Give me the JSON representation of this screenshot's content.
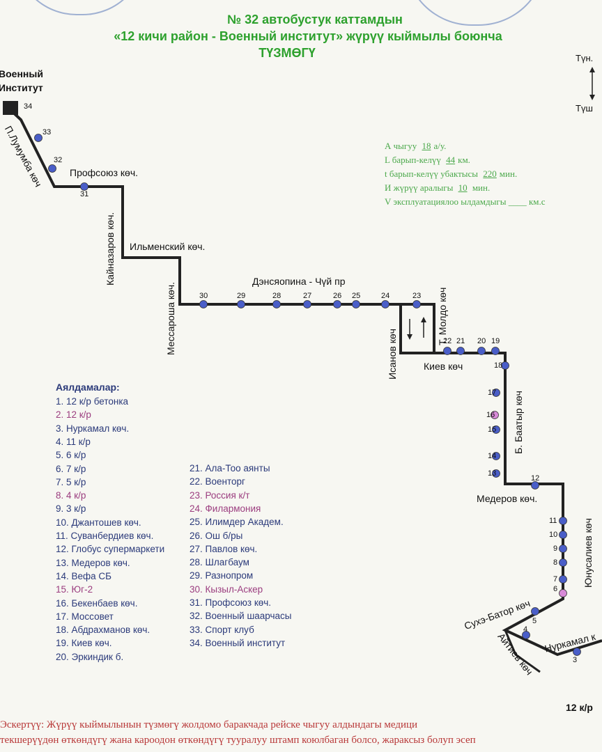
{
  "title": {
    "line1": "№ 32 автобустук каттамдын",
    "line2": "«12 кичи район - Военный институт» жүрүү кыймылы  боюнча",
    "line3": "ТҮЗМӨГҮ"
  },
  "terminus": {
    "line1": "Военный",
    "line2": "Институт"
  },
  "compass": {
    "north": "Түн.",
    "south": "Түш"
  },
  "params": {
    "a_label": "А чыгуу",
    "a_value": "18",
    "a_unit": "а/у.",
    "l_label": "L барып-келүү",
    "l_value": "44",
    "l_unit": "км.",
    "t_label": "t барып-келүү убактысы",
    "t_value": "220",
    "t_unit": "мин.",
    "i_label": "И жүрүү аралыгы",
    "i_value": "10",
    "i_unit": "мин.",
    "v_label": "V эксплуатациялоо ылдамдыгы",
    "v_value": "____",
    "v_unit": "км.с"
  },
  "streets": {
    "lumumba": "П.Лумумба көч",
    "profsoyuz": "Профсоюз көч.",
    "kainazarov": "Кайназаров көч.",
    "ilmen": "Ильменский көч.",
    "messarosh": "Мессароша көч.",
    "densyopina": "Дэнсяопина - Чүй пр",
    "moldo": "Т. Молдо көч",
    "isanov": "Исанов көч",
    "kiev": "Киев көч",
    "baatyr": "Б. Баатыр көч",
    "mederov": "Медеров көч.",
    "yunusaliev": "Юнусалиев көч",
    "sukhe": "Сухэ-Батор көч",
    "aitiev": "Айтиев көч",
    "nurkamal": "Нуркамал к"
  },
  "terminus_bottom": "12 к/р",
  "stops_title": "Аялдамалар:",
  "stops": [
    {
      "n": "1.",
      "name": "12 к/р бетонка",
      "pink": false
    },
    {
      "n": "2.",
      "name": "12 к/р",
      "pink": true
    },
    {
      "n": "3.",
      "name": "Нуркамал көч.",
      "pink": false
    },
    {
      "n": "4.",
      "name": " 11 к/р",
      "pink": false
    },
    {
      "n": "5.",
      "name": " 6 к/р",
      "pink": false
    },
    {
      "n": "6.",
      "name": " 7 к/р",
      "pink": false
    },
    {
      "n": "7.",
      "name": " 5 к/р",
      "pink": false
    },
    {
      "n": "8.",
      "name": " 4 к/р",
      "pink": true
    },
    {
      "n": "9.",
      "name": " 3 к/р",
      "pink": false
    },
    {
      "n": "10.",
      "name": "Джантошев көч.",
      "pink": false
    },
    {
      "n": "11.",
      "name": "Суванбердиев көч.",
      "pink": false
    },
    {
      "n": "12.",
      "name": "Глобус супермаркети",
      "pink": false
    },
    {
      "n": "13.",
      "name": "Медеров көч.",
      "pink": false
    },
    {
      "n": "14.",
      "name": "Вефа СБ",
      "pink": false
    },
    {
      "n": "15.",
      "name": "Юг-2",
      "pink": true
    },
    {
      "n": "16.",
      "name": "Бекенбаев көч.",
      "pink": false
    },
    {
      "n": "17.",
      "name": "Моссовет",
      "pink": false
    },
    {
      "n": "18.",
      "name": "Абдрахманов көч.",
      "pink": false
    },
    {
      "n": "19.",
      "name": "Киев көч.",
      "pink": false
    },
    {
      "n": "20.",
      "name": "Эркиндик б.",
      "pink": false
    },
    {
      "n": "21.",
      "name": "Ала-Тоо аянты",
      "pink": false
    },
    {
      "n": "22.",
      "name": "Военторг",
      "pink": false
    },
    {
      "n": "23.",
      "name": "Россия к/т",
      "pink": true
    },
    {
      "n": "24.",
      "name": "Филармония",
      "pink": true
    },
    {
      "n": "25.",
      "name": "Илимдер Академ.",
      "pink": false
    },
    {
      "n": "26.",
      "name": "Ош б/ры",
      "pink": false
    },
    {
      "n": "27.",
      "name": "Павлов көч.",
      "pink": false
    },
    {
      "n": "28.",
      "name": "Шлагбаум",
      "pink": false
    },
    {
      "n": "29.",
      "name": "Разнопром",
      "pink": false
    },
    {
      "n": "30.",
      "name": "Кызыл-Аскер",
      "pink": true
    },
    {
      "n": "31.",
      "name": "Профсоюз көч.",
      "pink": false
    },
    {
      "n": "32.",
      "name": "Военный шаарчасы",
      "pink": false
    },
    {
      "n": "33.",
      "name": "Спорт клуб",
      "pink": false
    },
    {
      "n": "34.",
      "name": "Военный институт",
      "pink": false
    }
  ],
  "notice": {
    "line1": "Эскертүү: Жүрүү кыймылынын түзмөгү жолдомо баракчада рейске чыгуу алдындагы медици",
    "line2": "текшерүүдөн өткөндүгү жана кароодон өткөндүгү тууралуу штамп коюлбаган болсо, жараксыз болуп эсеп"
  },
  "map_stops": [
    {
      "n": "3",
      "pink": false
    },
    {
      "n": "4",
      "pink": false
    },
    {
      "n": "5",
      "pink": false
    },
    {
      "n": "6",
      "pink": true
    },
    {
      "n": "7",
      "pink": false
    },
    {
      "n": "8",
      "pink": false
    },
    {
      "n": "9",
      "pink": false
    },
    {
      "n": "10",
      "pink": false
    },
    {
      "n": "11",
      "pink": false
    },
    {
      "n": "12",
      "pink": false
    },
    {
      "n": "13",
      "pink": false
    },
    {
      "n": "14",
      "pink": false
    },
    {
      "n": "15",
      "pink": false
    },
    {
      "n": "16",
      "pink": true
    },
    {
      "n": "17",
      "pink": false
    },
    {
      "n": "18",
      "pink": false
    },
    {
      "n": "19",
      "pink": false
    },
    {
      "n": "20",
      "pink": false
    },
    {
      "n": "21",
      "pink": false
    },
    {
      "n": "22",
      "pink": false
    },
    {
      "n": "23",
      "pink": false
    },
    {
      "n": "24",
      "pink": false
    },
    {
      "n": "25",
      "pink": false
    },
    {
      "n": "26",
      "pink": false
    },
    {
      "n": "27",
      "pink": false
    },
    {
      "n": "28",
      "pink": false
    },
    {
      "n": "29",
      "pink": false
    },
    {
      "n": "30",
      "pink": false
    },
    {
      "n": "31",
      "pink": false
    },
    {
      "n": "32",
      "pink": false
    },
    {
      "n": "33",
      "pink": false
    },
    {
      "n": "34",
      "pink": false
    }
  ],
  "colors": {
    "title": "#2ea12e",
    "stop_dot": "#4a5ec8",
    "stop_pink": "#d88ad8",
    "route": "#222222",
    "notice": "#b83838"
  }
}
